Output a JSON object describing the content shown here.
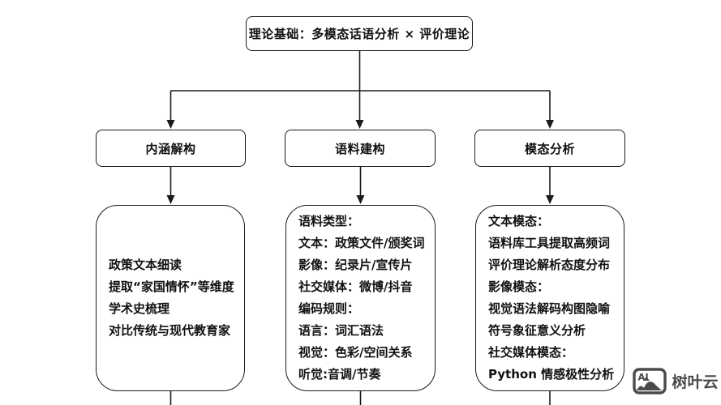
{
  "root": {
    "label": "理论基础：多模态话语分析 × 评价理论"
  },
  "branches": [
    {
      "label": "内涵解构",
      "details": [
        "政策文本细读",
        "提取“家国情怀”等维度",
        "学术史梳理",
        "对比传统与现代教育家"
      ]
    },
    {
      "label": "语料建构",
      "details": [
        "语料类型：",
        "文本：政策文件/颁奖词",
        "影像：纪录片/宣传片",
        "社交媒体：微博/抖音",
        "编码规则：",
        "语言：词汇语法",
        "视觉：色彩/空间关系",
        "听觉:音调/节奏"
      ]
    },
    {
      "label": "模态分析",
      "details": [
        "文本模态：",
        "语料库工具提取高频词",
        "评价理论解析态度分布",
        "影像模态：",
        "视觉语法解码构图隐喻",
        "符号象征意义分析",
        "社交媒体模态：",
        "Python 情感极性分析"
      ]
    }
  ],
  "watermark": {
    "logo_text": "AI",
    "brand": "树叶云"
  },
  "colors": {
    "background": "#ffffff",
    "line": "#1a1a1a",
    "text": "#111111",
    "watermark": "#4a4a4a"
  }
}
